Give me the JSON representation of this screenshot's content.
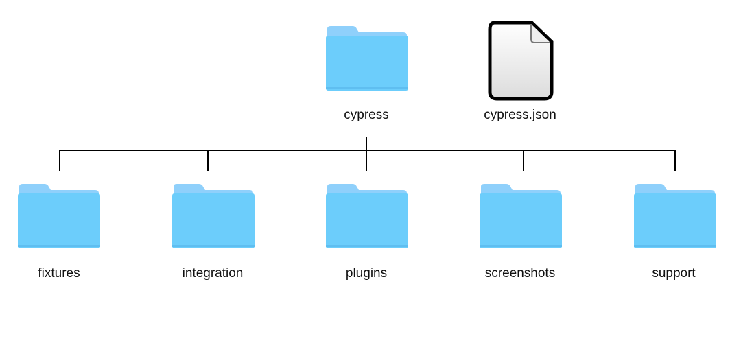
{
  "root": {
    "folder": {
      "label": "cypress",
      "icon": "folder-icon"
    },
    "file": {
      "label": "cypress.json",
      "icon": "file-icon"
    }
  },
  "children": [
    {
      "label": "fixtures",
      "icon": "folder-icon"
    },
    {
      "label": "integration",
      "icon": "folder-icon"
    },
    {
      "label": "plugins",
      "icon": "folder-icon"
    },
    {
      "label": "screenshots",
      "icon": "folder-icon"
    },
    {
      "label": "support",
      "icon": "folder-icon"
    }
  ],
  "colors": {
    "folder_back": "#8fd0fb",
    "folder_front": "#6ccdfb",
    "folder_edge": "#5fbef0",
    "line": "#000000"
  }
}
